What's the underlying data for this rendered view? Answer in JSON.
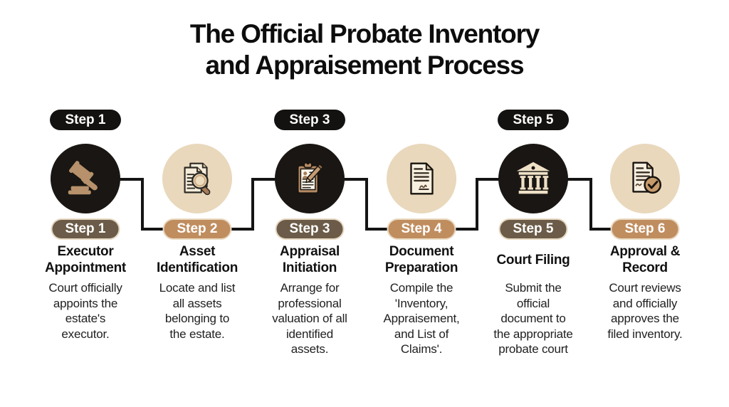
{
  "title": "The Official Probate Inventory\nand Appraisement Process",
  "colors": {
    "background": "#ffffff",
    "pill_black": "#141210",
    "circle_dark": "#191613",
    "circle_tan": "#e9d8bc",
    "pill_taupe": "#6b5b48",
    "pill_caramel": "#c08d5f",
    "connector": "#141414",
    "icon_tan": "#b7916b",
    "icon_cream": "#eee1c6"
  },
  "steps": [
    {
      "top_badge": "Step 1",
      "badge": "Step 1",
      "icon": "gavel-icon",
      "title": "Executor\nAppointment",
      "desc": "Court officially\nappoints the\nestate's\nexecutor."
    },
    {
      "badge": "Step 2",
      "icon": "document-search-icon",
      "title": "Asset\nIdentification",
      "desc": "Locate and list\nall assets\nbelonging to\nthe estate."
    },
    {
      "top_badge": "Step 3",
      "badge": "Step 3",
      "icon": "clipboard-pen-icon",
      "title": "Appraisal\nInitiation",
      "desc": "Arrange for\nprofessional\nvaluation of all\nidentified\nassets."
    },
    {
      "badge": "Step 4",
      "icon": "document-signature-icon",
      "title": "Document\nPreparation",
      "desc": "Compile the\n'Inventory,\nAppraisement,\nand List of\nClaims'."
    },
    {
      "top_badge": "Step 5",
      "badge": "Step 5",
      "icon": "courthouse-icon",
      "title": "Court Filing",
      "desc": "Submit the\nofficial\ndocument to\nthe appropriate\nprobate court"
    },
    {
      "badge": "Step 6",
      "icon": "document-check-icon",
      "title": "Approval &\nRecord",
      "desc": "Court reviews\nand officially\napproves the\nfiled inventory."
    }
  ]
}
